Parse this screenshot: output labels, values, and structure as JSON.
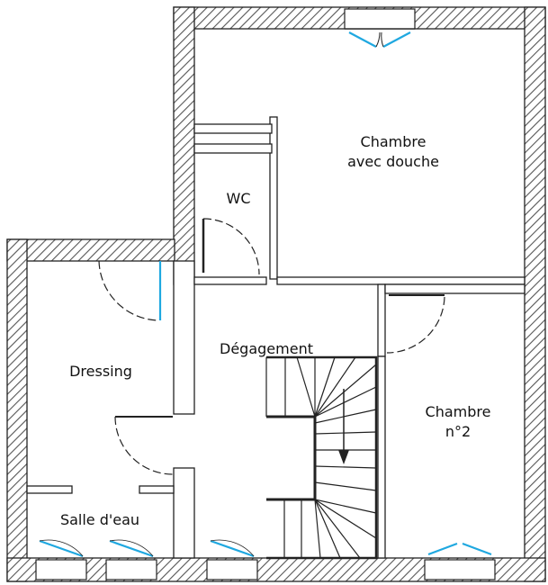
{
  "rooms": {
    "chambre1_line1": "Chambre",
    "chambre1_line2": "avec douche",
    "wc": "WC",
    "dressing": "Dressing",
    "degagement": "Dégagement",
    "chambre2_line1": "Chambre",
    "chambre2_line2": "n°2",
    "salle_deau": "Salle d'eau"
  },
  "colors": {
    "wall_outline": "#222222",
    "hatch": "#555555",
    "window_glass": "#1fa8e0",
    "door_arc": "#222222"
  }
}
